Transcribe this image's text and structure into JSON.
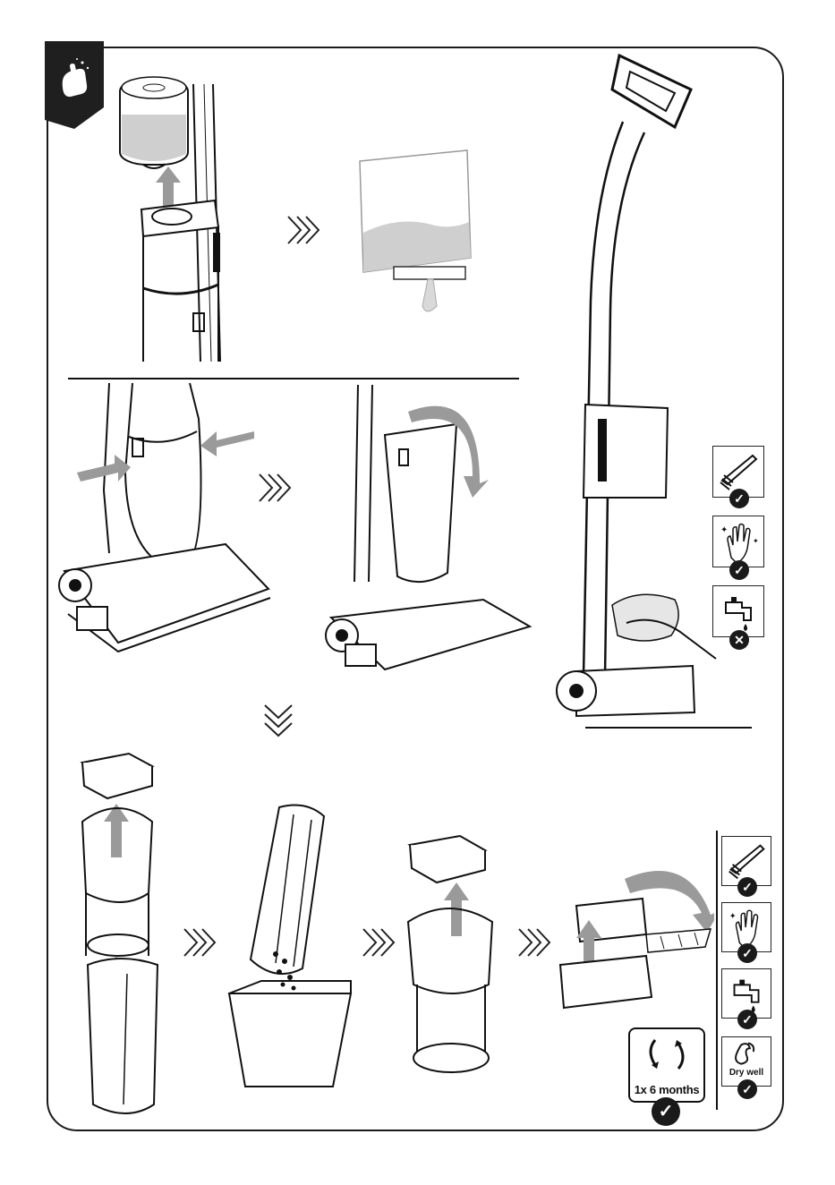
{
  "manual": {
    "section_icon": "hand-wiping-icon",
    "steps": [
      {
        "id": "remove-clean-water-tank"
      },
      {
        "id": "empty-clean-water-tank"
      },
      {
        "id": "press-release-buttons"
      },
      {
        "id": "tilt-out-dirty-water-tank"
      },
      {
        "id": "wipe-main-body"
      },
      {
        "id": "lift-out-filter"
      },
      {
        "id": "empty-dirty-water-tank"
      },
      {
        "id": "reinsert-filter"
      },
      {
        "id": "open-filter-cover"
      }
    ],
    "cleaning_icons_main_body": [
      {
        "icon": "brush-icon",
        "status": "allowed"
      },
      {
        "icon": "wipe-hand-icon",
        "status": "allowed"
      },
      {
        "icon": "water-tap-icon",
        "status": "not-allowed"
      }
    ],
    "cleaning_icons_filter": [
      {
        "icon": "brush-icon",
        "status": "allowed"
      },
      {
        "icon": "wipe-hand-icon",
        "status": "allowed"
      },
      {
        "icon": "water-tap-icon",
        "status": "allowed"
      },
      {
        "icon": "dry-well-icon",
        "status": "allowed",
        "label": "Dry well"
      }
    ],
    "schedule": {
      "icon": "replace-cycle-icon",
      "label": "1x 6 months"
    },
    "colors": {
      "line": "#111111",
      "water": "#cfcfcf",
      "arrow": "#9a9a9a",
      "tab": "#1f1f1f"
    }
  }
}
